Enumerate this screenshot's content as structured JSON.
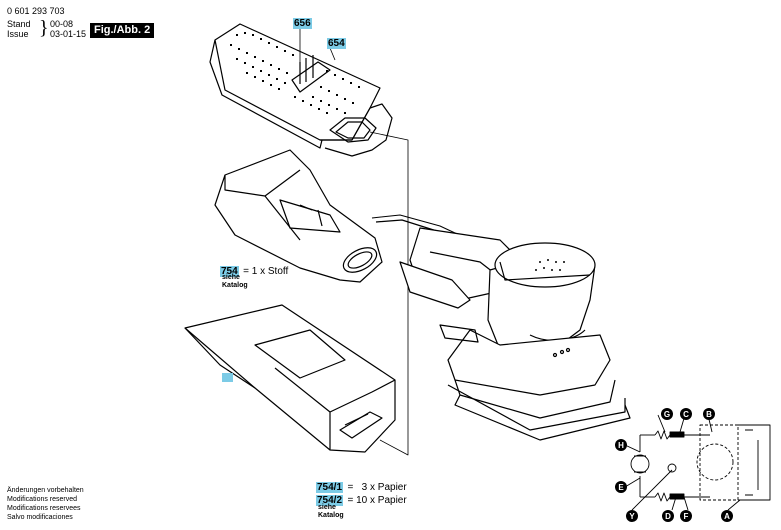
{
  "header": {
    "part_number": "0 601 293 703",
    "stand_label": "Stand",
    "issue_label": "Issue",
    "stand_date": "00-08",
    "issue_date": "03-01-15",
    "figure_label": "Fig./Abb. 2"
  },
  "parts": {
    "p656": "656",
    "p654": "654",
    "p754": "754",
    "p754_desc": "= 1 x Stoff",
    "p754_siehe": "siehe",
    "p754_katalog": "Katalog",
    "p754_1": "754/1",
    "p754_1_desc": "=   3 x Papier",
    "p754_2": "754/2",
    "p754_2_desc": "= 10 x Papier",
    "p754b_siehe": "siehe",
    "p754b_katalog": "Katalog"
  },
  "footer": {
    "line1": "Änderungen vorbehalten",
    "line2": "Modifications reserved",
    "line3": "Modifications reservees",
    "line4": "Salvo modificaciones"
  },
  "wiring": {
    "labels": [
      "G",
      "C",
      "B",
      "H",
      "E",
      "Y",
      "D",
      "F",
      "A"
    ]
  },
  "colors": {
    "highlight": "#7ccbe6"
  }
}
